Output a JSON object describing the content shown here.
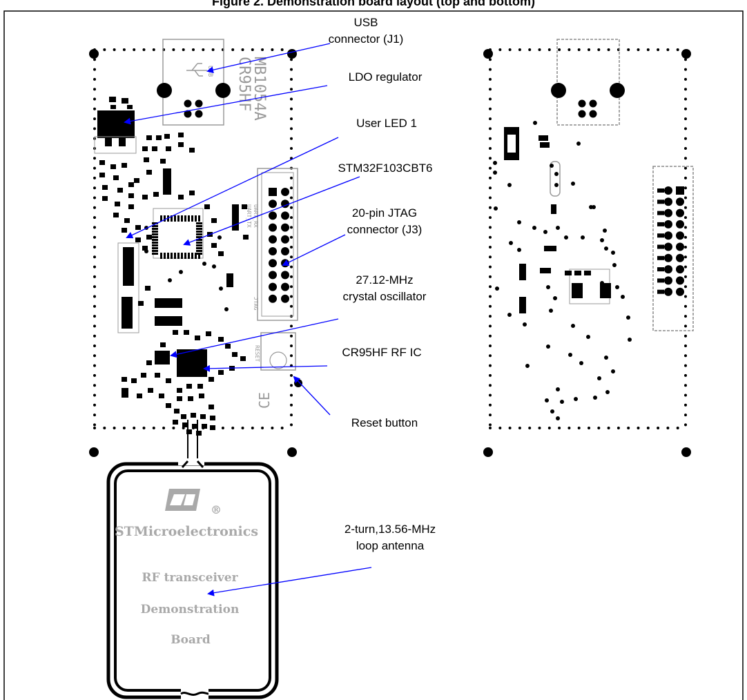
{
  "figure": {
    "title": "Figure 2. Demonstration board layout (top and bottom)",
    "callouts": [
      {
        "id": "usb",
        "lines": [
          "USB",
          "connector (J1)"
        ]
      },
      {
        "id": "ldo",
        "lines": [
          "LDO regulator"
        ]
      },
      {
        "id": "led",
        "lines": [
          "User LED 1"
        ]
      },
      {
        "id": "mcu",
        "lines": [
          "STM32F103CBT6"
        ]
      },
      {
        "id": "jtag",
        "lines": [
          "20-pin JTAG",
          "connector (J3)"
        ]
      },
      {
        "id": "crystal",
        "lines": [
          "27.12-MHz",
          "crystal oscillator"
        ]
      },
      {
        "id": "rfic",
        "lines": [
          "CR95HF RF IC"
        ]
      },
      {
        "id": "reset",
        "lines": [
          "Reset button"
        ]
      },
      {
        "id": "antenna",
        "lines": [
          "2-turn,13.56-MHz",
          "loop antenna"
        ]
      }
    ],
    "silkscreen": {
      "board_id": "MB1054A",
      "chip_name": "CR95HF",
      "jtag": "JTAG",
      "reset": "RESET",
      "uart_tx": "UART_TX",
      "uart_rx": "UART_RX",
      "usb": "USB",
      "ce_mark": "CE"
    },
    "antenna_text": {
      "brand": "STMicroelectronics",
      "lines": [
        "RF transceiver",
        "Demonstration",
        "Board"
      ],
      "registered": "®"
    },
    "colors": {
      "arrow": "#0000ff",
      "copper": "#000000",
      "silkscreen": "#9a9a9a",
      "outline": "#000000"
    }
  }
}
